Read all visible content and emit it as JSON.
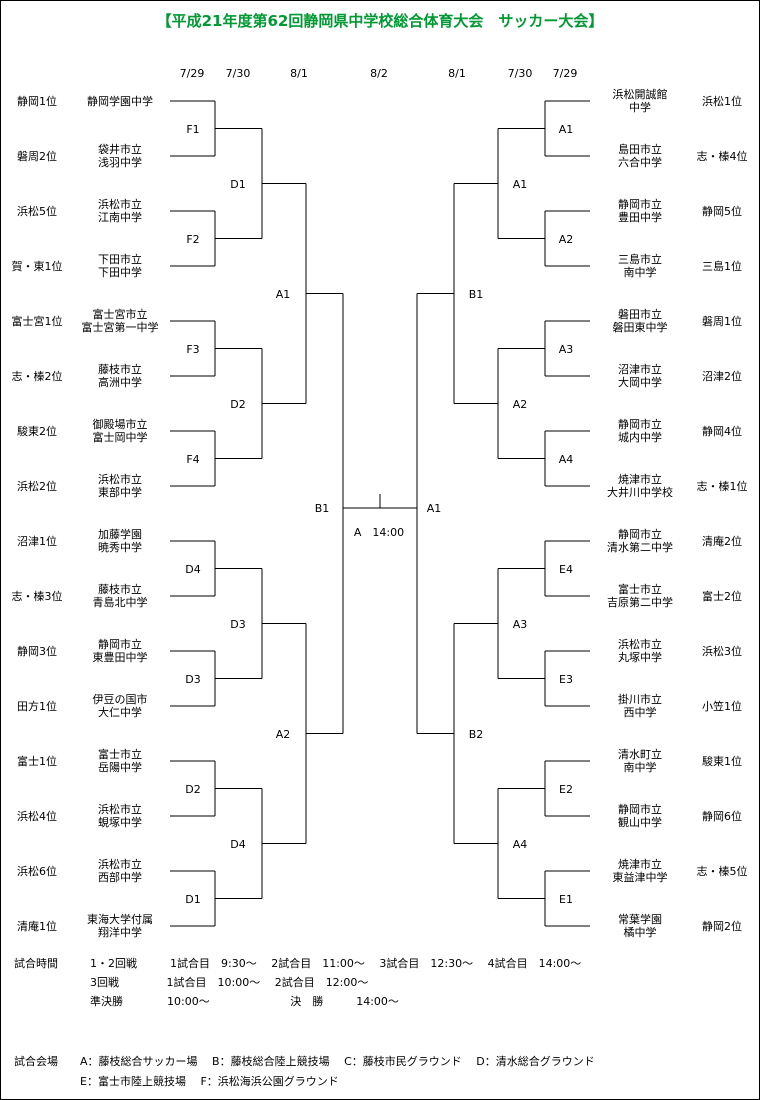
{
  "title": "【平成21年度第62回静岡県中学校総合体育大会　サッカー大会】",
  "dates_left": [
    "7/29",
    "7/30",
    "8/1"
  ],
  "date_center": "8/2",
  "dates_right": [
    "8/1",
    "7/30",
    "7/29"
  ],
  "left_teams": [
    {
      "seed": "静岡1位",
      "school": [
        "静岡学園中学"
      ]
    },
    {
      "seed": "磐周2位",
      "school": [
        "袋井市立",
        "浅羽中学"
      ]
    },
    {
      "seed": "浜松5位",
      "school": [
        "浜松市立",
        "江南中学"
      ]
    },
    {
      "seed": "賀・東1位",
      "school": [
        "下田市立",
        "下田中学"
      ]
    },
    {
      "seed": "富士宮1位",
      "school": [
        "富士宮市立",
        "富士宮第一中学"
      ]
    },
    {
      "seed": "志・榛2位",
      "school": [
        "藤枝市立",
        "高洲中学"
      ]
    },
    {
      "seed": "駿東2位",
      "school": [
        "御殿場市立",
        "富士岡中学"
      ]
    },
    {
      "seed": "浜松2位",
      "school": [
        "浜松市立",
        "東部中学"
      ]
    },
    {
      "seed": "沼津1位",
      "school": [
        "加藤学園",
        "暁秀中学"
      ]
    },
    {
      "seed": "志・榛3位",
      "school": [
        "藤枝市立",
        "青島北中学"
      ]
    },
    {
      "seed": "静岡3位",
      "school": [
        "静岡市立",
        "東豊田中学"
      ]
    },
    {
      "seed": "田方1位",
      "school": [
        "伊豆の国市",
        "大仁中学"
      ]
    },
    {
      "seed": "富士1位",
      "school": [
        "富士市立",
        "岳陽中学"
      ]
    },
    {
      "seed": "浜松4位",
      "school": [
        "浜松市立",
        "蜆塚中学"
      ]
    },
    {
      "seed": "浜松6位",
      "school": [
        "浜松市立",
        "西部中学"
      ]
    },
    {
      "seed": "清庵1位",
      "school": [
        "東海大学付属",
        "翔洋中学"
      ]
    }
  ],
  "right_teams": [
    {
      "seed": "浜松1位",
      "school": [
        "浜松開誠館",
        "中学"
      ]
    },
    {
      "seed": "志・榛4位",
      "school": [
        "島田市立",
        "六合中学"
      ]
    },
    {
      "seed": "静岡5位",
      "school": [
        "静岡市立",
        "豊田中学"
      ]
    },
    {
      "seed": "三島1位",
      "school": [
        "三島市立",
        "南中学"
      ]
    },
    {
      "seed": "磐周1位",
      "school": [
        "磐田市立",
        "磐田東中学"
      ]
    },
    {
      "seed": "沼津2位",
      "school": [
        "沼津市立",
        "大岡中学"
      ]
    },
    {
      "seed": "静岡4位",
      "school": [
        "静岡市立",
        "城内中学"
      ]
    },
    {
      "seed": "志・榛1位",
      "school": [
        "焼津市立",
        "大井川中学校"
      ]
    },
    {
      "seed": "清庵2位",
      "school": [
        "静岡市立",
        "清水第二中学"
      ]
    },
    {
      "seed": "富士2位",
      "school": [
        "富士市立",
        "吉原第二中学"
      ]
    },
    {
      "seed": "浜松3位",
      "school": [
        "浜松市立",
        "丸塚中学"
      ]
    },
    {
      "seed": "小笠1位",
      "school": [
        "掛川市立",
        "西中学"
      ]
    },
    {
      "seed": "駿東1位",
      "school": [
        "清水町立",
        "南中学"
      ]
    },
    {
      "seed": "静岡6位",
      "school": [
        "静岡市立",
        "観山中学"
      ]
    },
    {
      "seed": "志・榛5位",
      "school": [
        "焼津市立",
        "東益津中学"
      ]
    },
    {
      "seed": "静岡2位",
      "school": [
        "常葉学園",
        "橘中学"
      ]
    }
  ],
  "left_r1": [
    "F1",
    "F2",
    "F3",
    "F4",
    "D4",
    "D3",
    "D2",
    "D1"
  ],
  "left_r2": [
    "D1",
    "D2",
    "D3",
    "D4"
  ],
  "left_r3": [
    "A1",
    "A2"
  ],
  "left_sf": "B1",
  "right_r1": [
    "A1",
    "A2",
    "A3",
    "A4",
    "E4",
    "E3",
    "E2",
    "E1"
  ],
  "right_r2": [
    "A1",
    "A2",
    "A3",
    "A4"
  ],
  "right_r3": [
    "B1",
    "B2"
  ],
  "right_sf": "A1",
  "final": "A　14:00",
  "schedule_label": "試合時間",
  "schedule": [
    "1・2回戦　　　1試合目　9:30～　 2試合目　11:00～　 3試合目　12:30～　 4試合目　14:00～",
    "3回戦　　　　 1試合目　10:00～　 2試合目　12:00～",
    "準決勝　　　　10:00～　　　　　　　 決　勝　　　14:00～"
  ],
  "venue_label": "試合会場",
  "venues": [
    "A：藤枝総合サッカー場　 B：藤枝総合陸上競技場　 C：藤枝市民グラウンド　 D：清水総合グラウンド",
    "E：富士市陸上競技場　 F：浜松海浜公園グラウンド"
  ]
}
